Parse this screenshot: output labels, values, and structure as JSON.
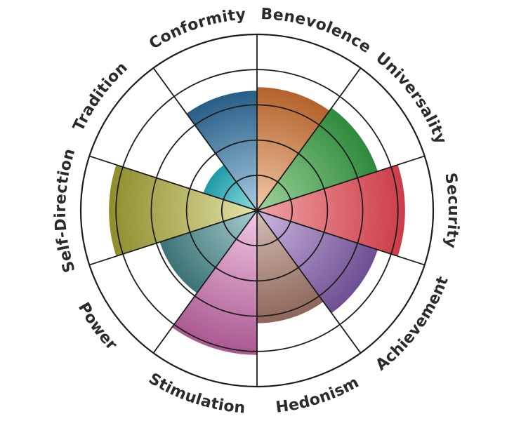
{
  "chart_data": {
    "type": "polar-area",
    "categories": [
      "Benevolence",
      "Universality",
      "Security",
      "Achievement",
      "Hedonism",
      "Stimulation",
      "Power",
      "Self-Direction",
      "Tradition",
      "Conformity"
    ],
    "values": [
      3.5,
      3.6,
      4.2,
      3.6,
      3.2,
      4.1,
      2.9,
      4.2,
      1.6,
      3.4
    ],
    "rmax": 5,
    "rings": [
      1,
      2,
      3,
      4,
      5
    ],
    "colors": [
      "#b4622c",
      "#2e8a3c",
      "#cd3d48",
      "#6e4f92",
      "#8e6659",
      "#a95890",
      "#3c7375",
      "#8f8e2e",
      "#1f9aa6",
      "#275e87"
    ],
    "light_colors": [
      "#f2c9a6",
      "#9fd49a",
      "#efa3a6",
      "#cdb7e3",
      "#d5beb6",
      "#f3c8e4",
      "#a9ced0",
      "#e4e3a8",
      "#8fdde2",
      "#a9cbe3"
    ],
    "start_angle_deg": 0,
    "grid": true,
    "legend": "none"
  }
}
